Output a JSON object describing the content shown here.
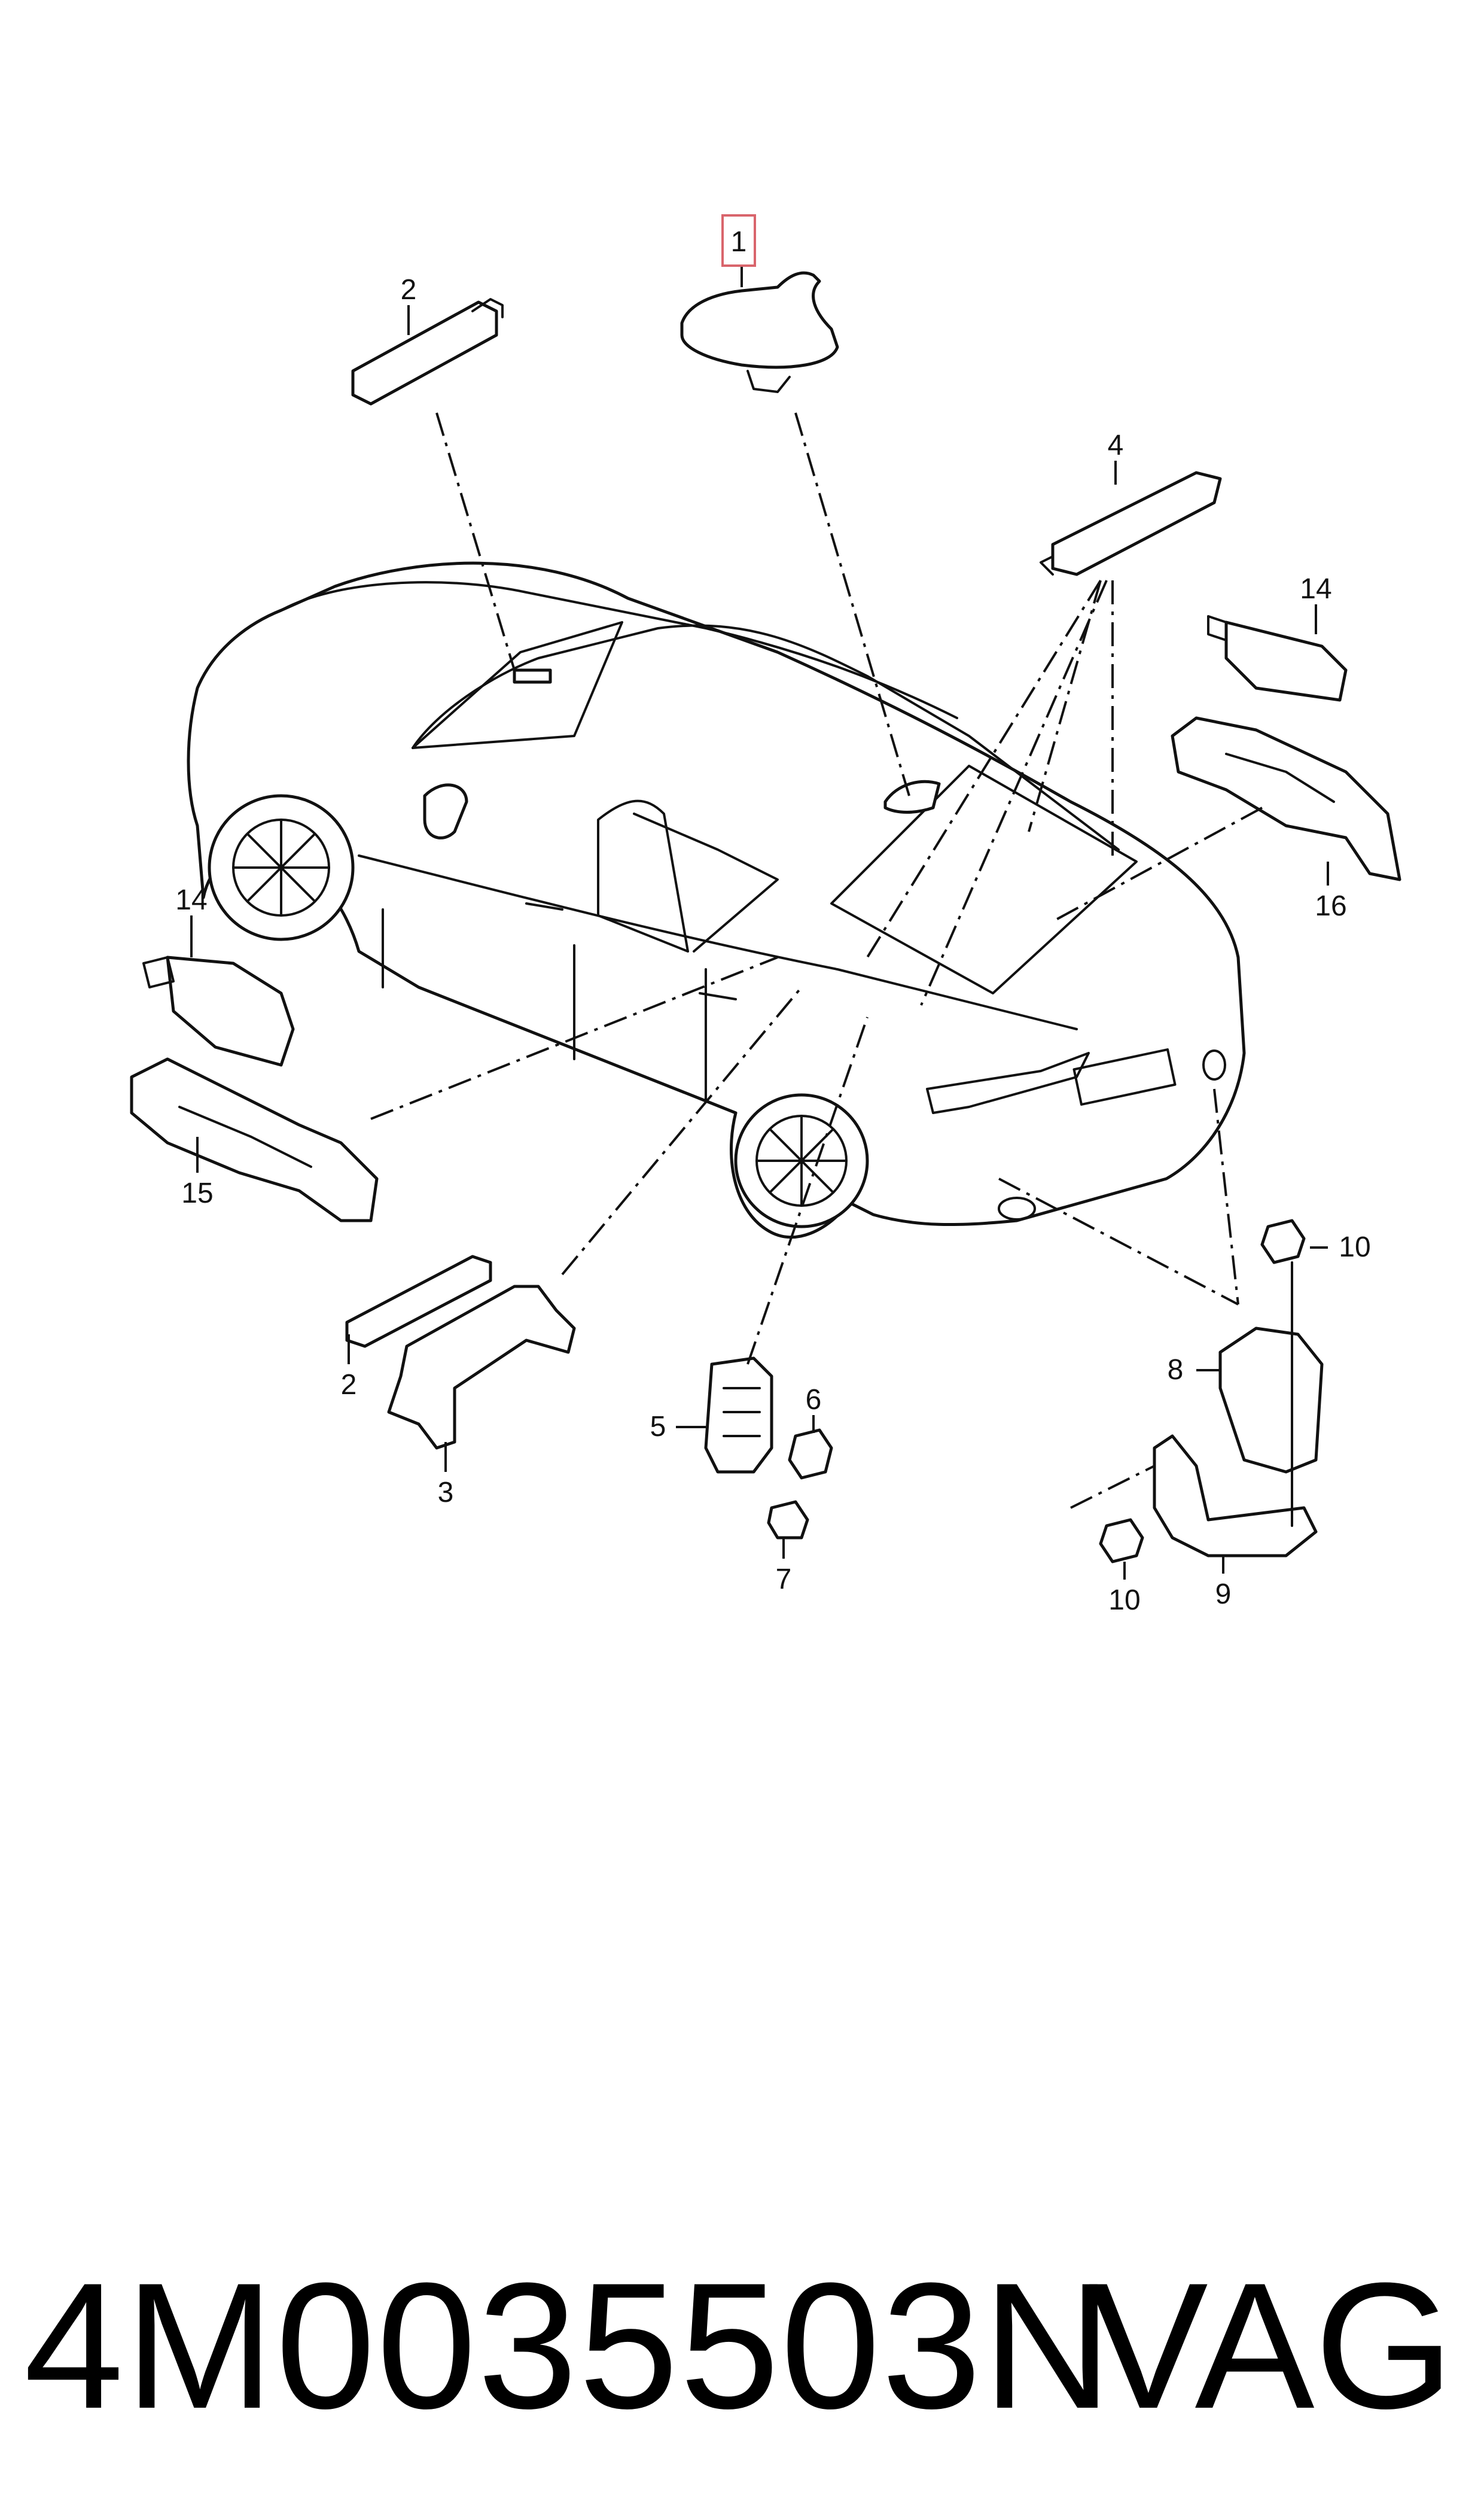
{
  "callouts": {
    "c1": "1",
    "c2a": "2",
    "c2b": "2",
    "c3": "3",
    "c4": "4",
    "c5": "5",
    "c6": "6",
    "c7": "7",
    "c8": "8",
    "c9": "9",
    "c10a": "10",
    "c10b": "10",
    "c14a": "14",
    "c14b": "14",
    "c15": "15",
    "c16": "16"
  },
  "footer": {
    "part_number": "4M0035503N",
    "brand": "VAG"
  },
  "colors": {
    "line": "#111111",
    "highlight": "#d9656c"
  }
}
